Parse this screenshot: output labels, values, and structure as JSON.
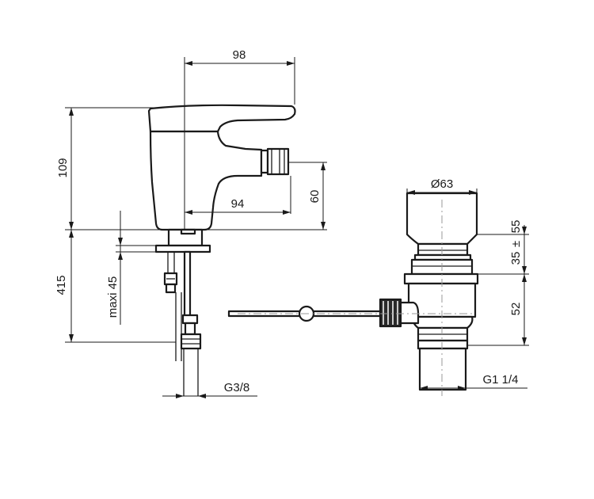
{
  "dimensions": {
    "width_98": "98",
    "height_109": "109",
    "width_94": "94",
    "height_60": "60",
    "height_415": "415",
    "maxi_45": "maxi 45",
    "thread_g38": "G3/8",
    "diameter_63": "Ø63",
    "size_55": "55",
    "size_35": "35",
    "plus_minus": "±",
    "size_52": "52",
    "thread_g114": "G1 1/4"
  },
  "colors": {
    "line": "#1a1a1a",
    "centerline": "#9a9a9a",
    "background": "#ffffff"
  }
}
